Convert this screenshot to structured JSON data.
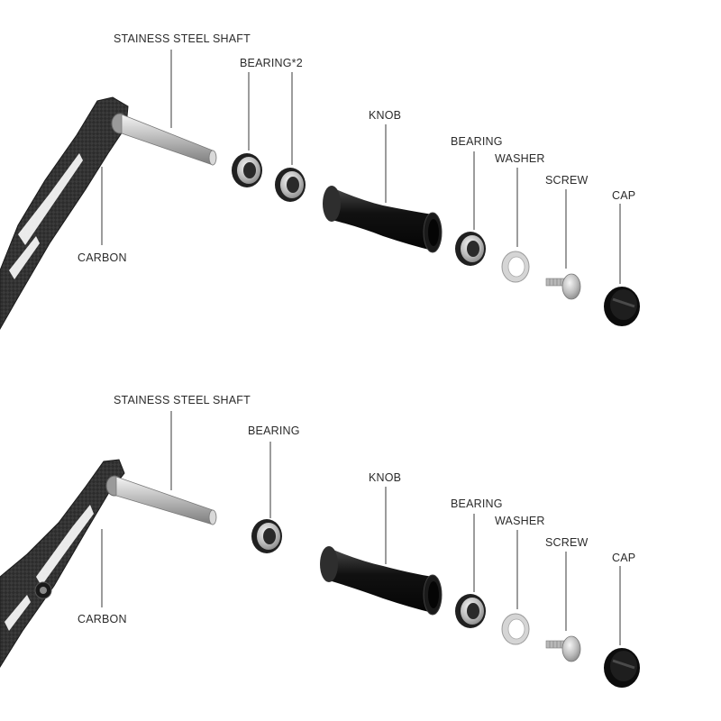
{
  "panels": [
    {
      "id": "double-bearing",
      "labels": {
        "shaft": "STAINESS STEEL SHAFT",
        "bearings": "BEARING*2",
        "knob": "KNOB",
        "bearing": "BEARING",
        "washer": "WASHER",
        "screw": "SCREW",
        "cap": "CAP",
        "arm": "CARBON"
      }
    },
    {
      "id": "single-bearing",
      "labels": {
        "shaft": "STAINESS STEEL SHAFT",
        "bearings": "BEARING",
        "knob": "KNOB",
        "bearing": "BEARING",
        "washer": "WASHER",
        "screw": "SCREW",
        "cap": "CAP",
        "arm": "CARBON"
      }
    }
  ],
  "colors": {
    "carbon": "#2a2a2a",
    "knob": "#1b1b1b",
    "steel": "#c9c9c9",
    "text": "#2b2b2b"
  }
}
